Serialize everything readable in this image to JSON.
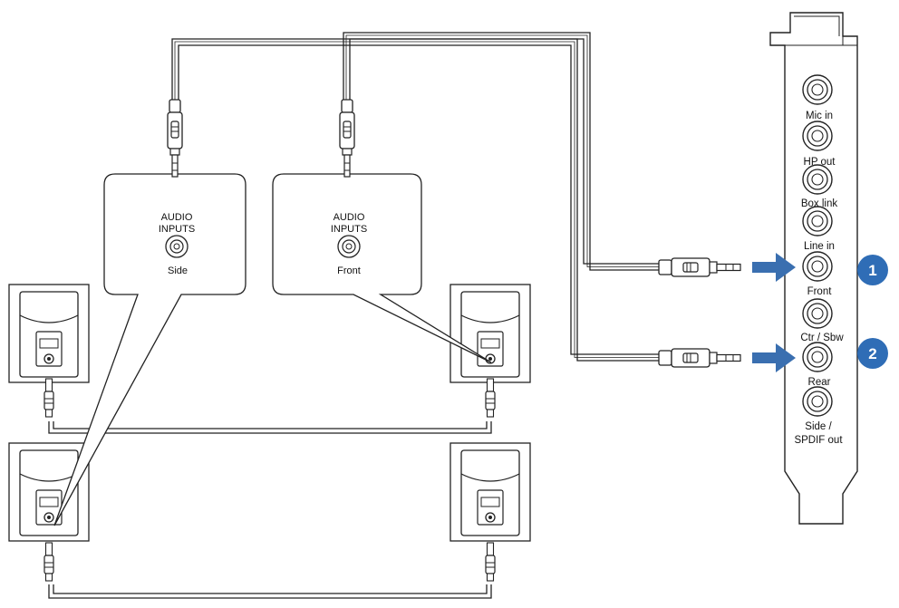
{
  "input_boxes": [
    {
      "id": "side",
      "line1": "AUDIO",
      "line2": "INPUTS",
      "jack": "Side"
    },
    {
      "id": "front",
      "line1": "AUDIO",
      "line2": "INPUTS",
      "jack": "Front"
    }
  ],
  "card_ports": [
    {
      "id": "mic-in",
      "label": "Mic in"
    },
    {
      "id": "hp-out",
      "label": "HP out"
    },
    {
      "id": "box-link",
      "label": "Box link"
    },
    {
      "id": "line-in",
      "label": "Line in"
    },
    {
      "id": "front",
      "label": "Front"
    },
    {
      "id": "ctr-sbw",
      "label": "Ctr / Sbw"
    },
    {
      "id": "rear",
      "label": "Rear"
    },
    {
      "id": "side",
      "label": "Side /",
      "label2": "SPDIF out"
    }
  ],
  "badges": [
    {
      "number": "1",
      "target": "Front"
    },
    {
      "number": "2",
      "target": "Rear"
    }
  ],
  "colors": {
    "badge": "#2f6db6",
    "arrow": "#3a6fb0",
    "line": "#222222"
  }
}
